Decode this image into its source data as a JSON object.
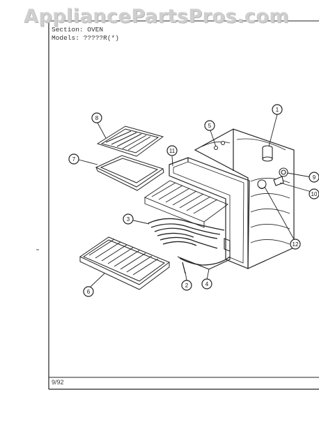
{
  "watermark": "AppliancePartsPros.com",
  "header": {
    "section_line": "Section: OVEN",
    "model_line": "Models: ?????R(*)"
  },
  "footer": {
    "date_code": "9/92"
  },
  "callouts": [
    "1",
    "2",
    "3",
    "4",
    "5",
    "6",
    "7",
    "8",
    "9",
    "10",
    "11",
    "12"
  ]
}
